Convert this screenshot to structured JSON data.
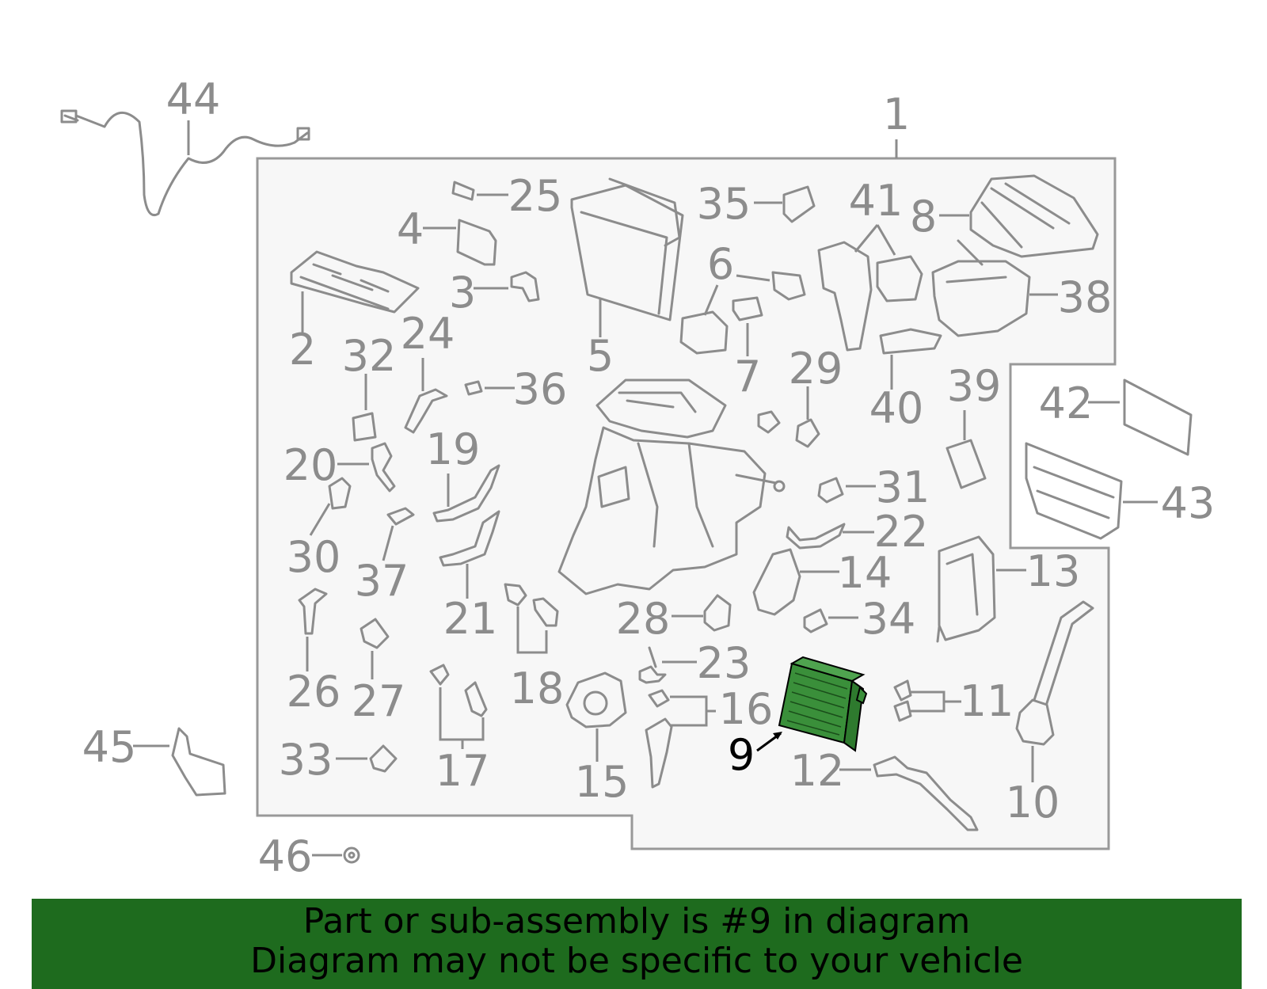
{
  "callouts": [
    {
      "id": "1",
      "label": "1"
    },
    {
      "id": "2",
      "label": "2"
    },
    {
      "id": "3",
      "label": "3"
    },
    {
      "id": "4",
      "label": "4"
    },
    {
      "id": "5",
      "label": "5"
    },
    {
      "id": "6",
      "label": "6"
    },
    {
      "id": "7",
      "label": "7"
    },
    {
      "id": "8",
      "label": "8"
    },
    {
      "id": "9",
      "label": "9"
    },
    {
      "id": "10",
      "label": "10"
    },
    {
      "id": "11",
      "label": "11"
    },
    {
      "id": "12",
      "label": "12"
    },
    {
      "id": "13",
      "label": "13"
    },
    {
      "id": "14",
      "label": "14"
    },
    {
      "id": "15",
      "label": "15"
    },
    {
      "id": "16",
      "label": "16"
    },
    {
      "id": "17",
      "label": "17"
    },
    {
      "id": "18",
      "label": "18"
    },
    {
      "id": "19",
      "label": "19"
    },
    {
      "id": "20",
      "label": "20"
    },
    {
      "id": "21",
      "label": "21"
    },
    {
      "id": "22",
      "label": "22"
    },
    {
      "id": "23",
      "label": "23"
    },
    {
      "id": "24",
      "label": "24"
    },
    {
      "id": "25",
      "label": "25"
    },
    {
      "id": "26",
      "label": "26"
    },
    {
      "id": "27",
      "label": "27"
    },
    {
      "id": "28",
      "label": "28"
    },
    {
      "id": "29",
      "label": "29"
    },
    {
      "id": "30",
      "label": "30"
    },
    {
      "id": "31",
      "label": "31"
    },
    {
      "id": "32",
      "label": "32"
    },
    {
      "id": "33",
      "label": "33"
    },
    {
      "id": "34",
      "label": "34"
    },
    {
      "id": "35",
      "label": "35"
    },
    {
      "id": "36",
      "label": "36"
    },
    {
      "id": "37",
      "label": "37"
    },
    {
      "id": "38",
      "label": "38"
    },
    {
      "id": "39",
      "label": "39"
    },
    {
      "id": "40",
      "label": "40"
    },
    {
      "id": "41",
      "label": "41"
    },
    {
      "id": "42",
      "label": "42"
    },
    {
      "id": "43",
      "label": "43"
    },
    {
      "id": "44",
      "label": "44"
    },
    {
      "id": "45",
      "label": "45"
    },
    {
      "id": "46",
      "label": "46"
    }
  ],
  "highlighted_part": "9",
  "colors": {
    "part_line": "#8c8c8c",
    "highlight_part": "#3a8f3a",
    "highlight_label": "#000000",
    "banner_bg": "#1e6b1e",
    "assembly_bg": "#f7f7f7"
  },
  "banner": {
    "line1": "Part or sub-assembly is #9 in diagram",
    "line2": "Diagram may not be specific to your vehicle"
  }
}
